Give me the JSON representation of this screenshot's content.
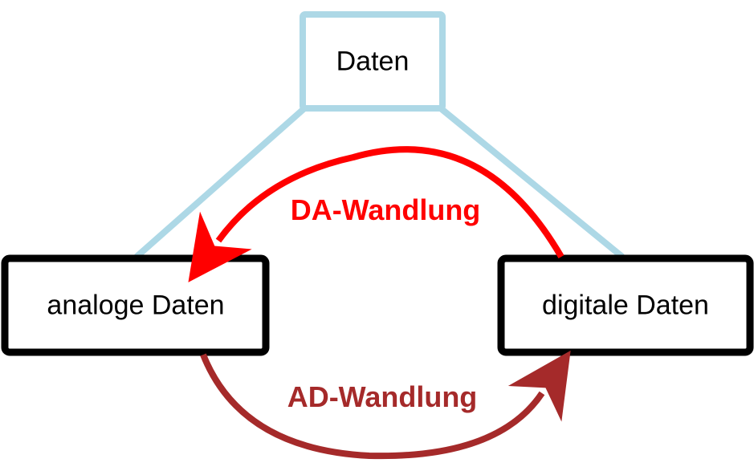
{
  "nodes": {
    "top": "Daten",
    "left": "analoge Daten",
    "right": "digitale Daten"
  },
  "conversions": {
    "da": "DA-Wandlung",
    "ad": "AD-Wandlung"
  },
  "colors": {
    "connector": "#add8e6",
    "box_border": "#000000",
    "da_arrow": "#ff0000",
    "ad_arrow": "#a52a2a"
  }
}
